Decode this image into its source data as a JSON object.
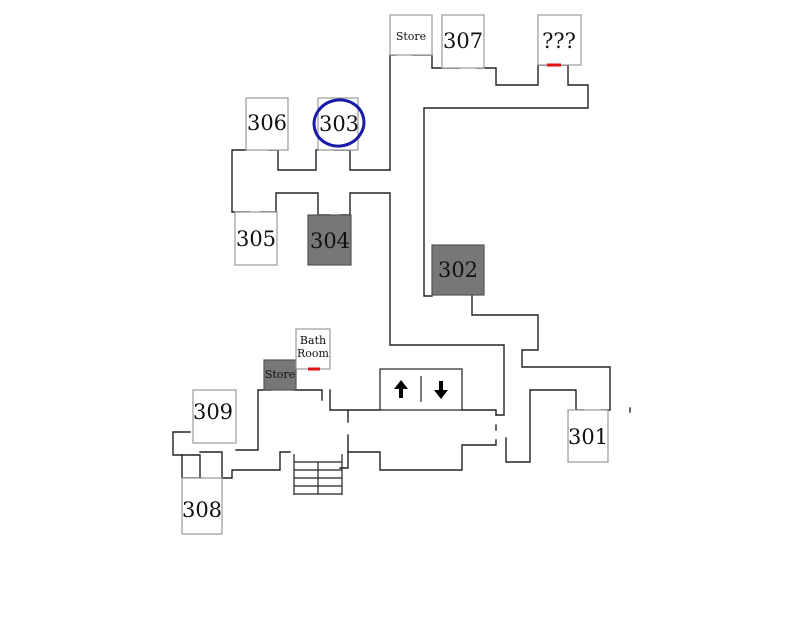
{
  "rooms": {
    "r301": "301",
    "r302": "302",
    "r303": "303",
    "r304": "304",
    "r305": "305",
    "r306": "306",
    "r307": "307",
    "r308": "308",
    "r309": "309",
    "unknown": "???",
    "store_top": "Store",
    "store_bottom": "Store",
    "bath_line1": "Bath",
    "bath_line2": "Room"
  },
  "lift": {
    "up": "🡅",
    "down": "🡇"
  },
  "highlight": {
    "room": "303",
    "color": "#1a1aa8"
  },
  "colors": {
    "occupied": "#777777",
    "door_marker": "#e01010"
  }
}
